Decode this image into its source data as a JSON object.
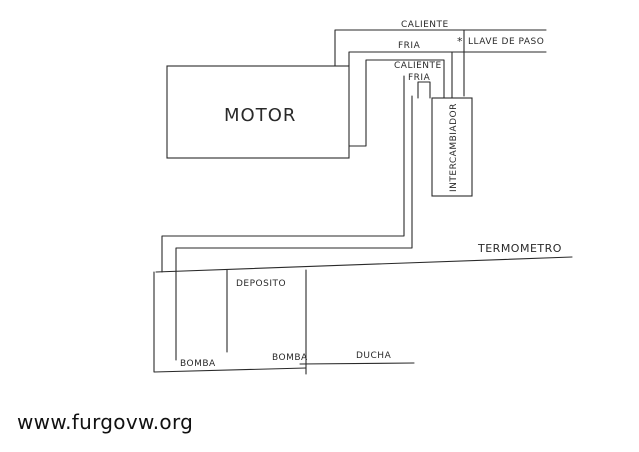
{
  "diagram": {
    "motor": "MOTOR",
    "caliente_top": "CALIENTE",
    "fria_top": "FRIA",
    "llave_mark": "*",
    "llave": "LLAVE DE PASO",
    "caliente_mid": "CALIENTE",
    "fria_mid": "FRIA",
    "intercambiador": "INTERCAMBIADOR",
    "termometro": "TERMOMETRO",
    "deposito": "DEPOSITO",
    "bomba_1": "BOMBA",
    "bomba_2": "BOMBA",
    "ducha": "DUCHA"
  },
  "watermark": {
    "text": "www.furgovw.org"
  }
}
